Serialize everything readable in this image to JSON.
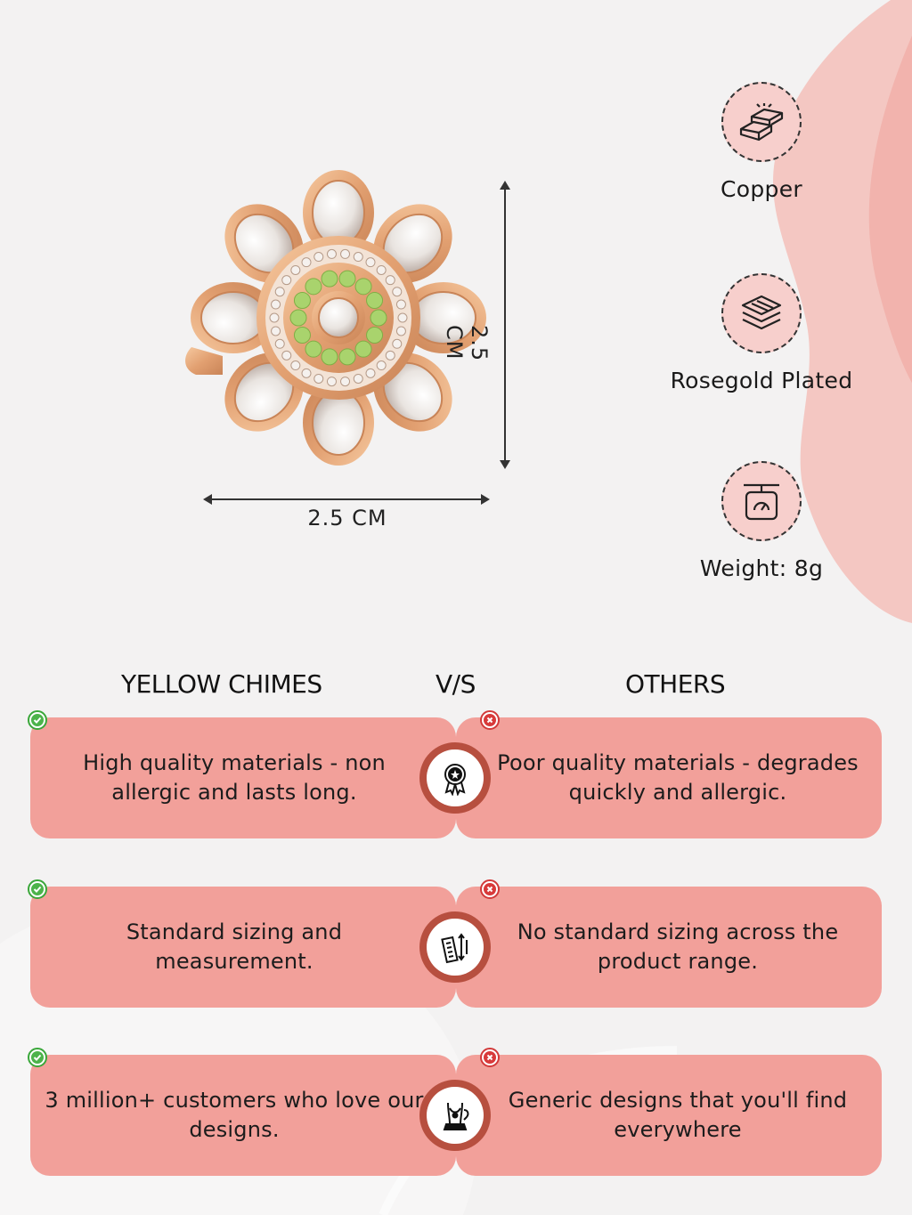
{
  "colors": {
    "background": "#f3f2f2",
    "accent_pink": "#f2a09a",
    "badge_ring": "#b74f3f",
    "feature_circle": "#f7cfcc"
  },
  "dimensions": {
    "height_label": "2.5 CM",
    "width_label": "2.5 CM"
  },
  "features": [
    {
      "icon": "copper-bars-icon",
      "label": "Copper"
    },
    {
      "icon": "layers-icon",
      "label": "Rosegold Plated"
    },
    {
      "icon": "weighing-scale-icon",
      "label": "Weight: 8g"
    }
  ],
  "comparison": {
    "left_heading": "YELLOW CHIMES",
    "vs_heading": "V/S",
    "right_heading": "OTHERS",
    "rows": [
      {
        "left": "High quality materials - non allergic and lasts long.",
        "icon": "quality-badge-icon",
        "right": "Poor quality materials - degrades quickly and allergic."
      },
      {
        "left": "Standard sizing and measurement.",
        "icon": "ruler-measure-icon",
        "right": "No standard sizing across the product range."
      },
      {
        "left": "3 million+ customers who love our designs.",
        "icon": "jewelry-bust-icon",
        "right": "Generic designs that you'll find everywhere"
      }
    ]
  }
}
